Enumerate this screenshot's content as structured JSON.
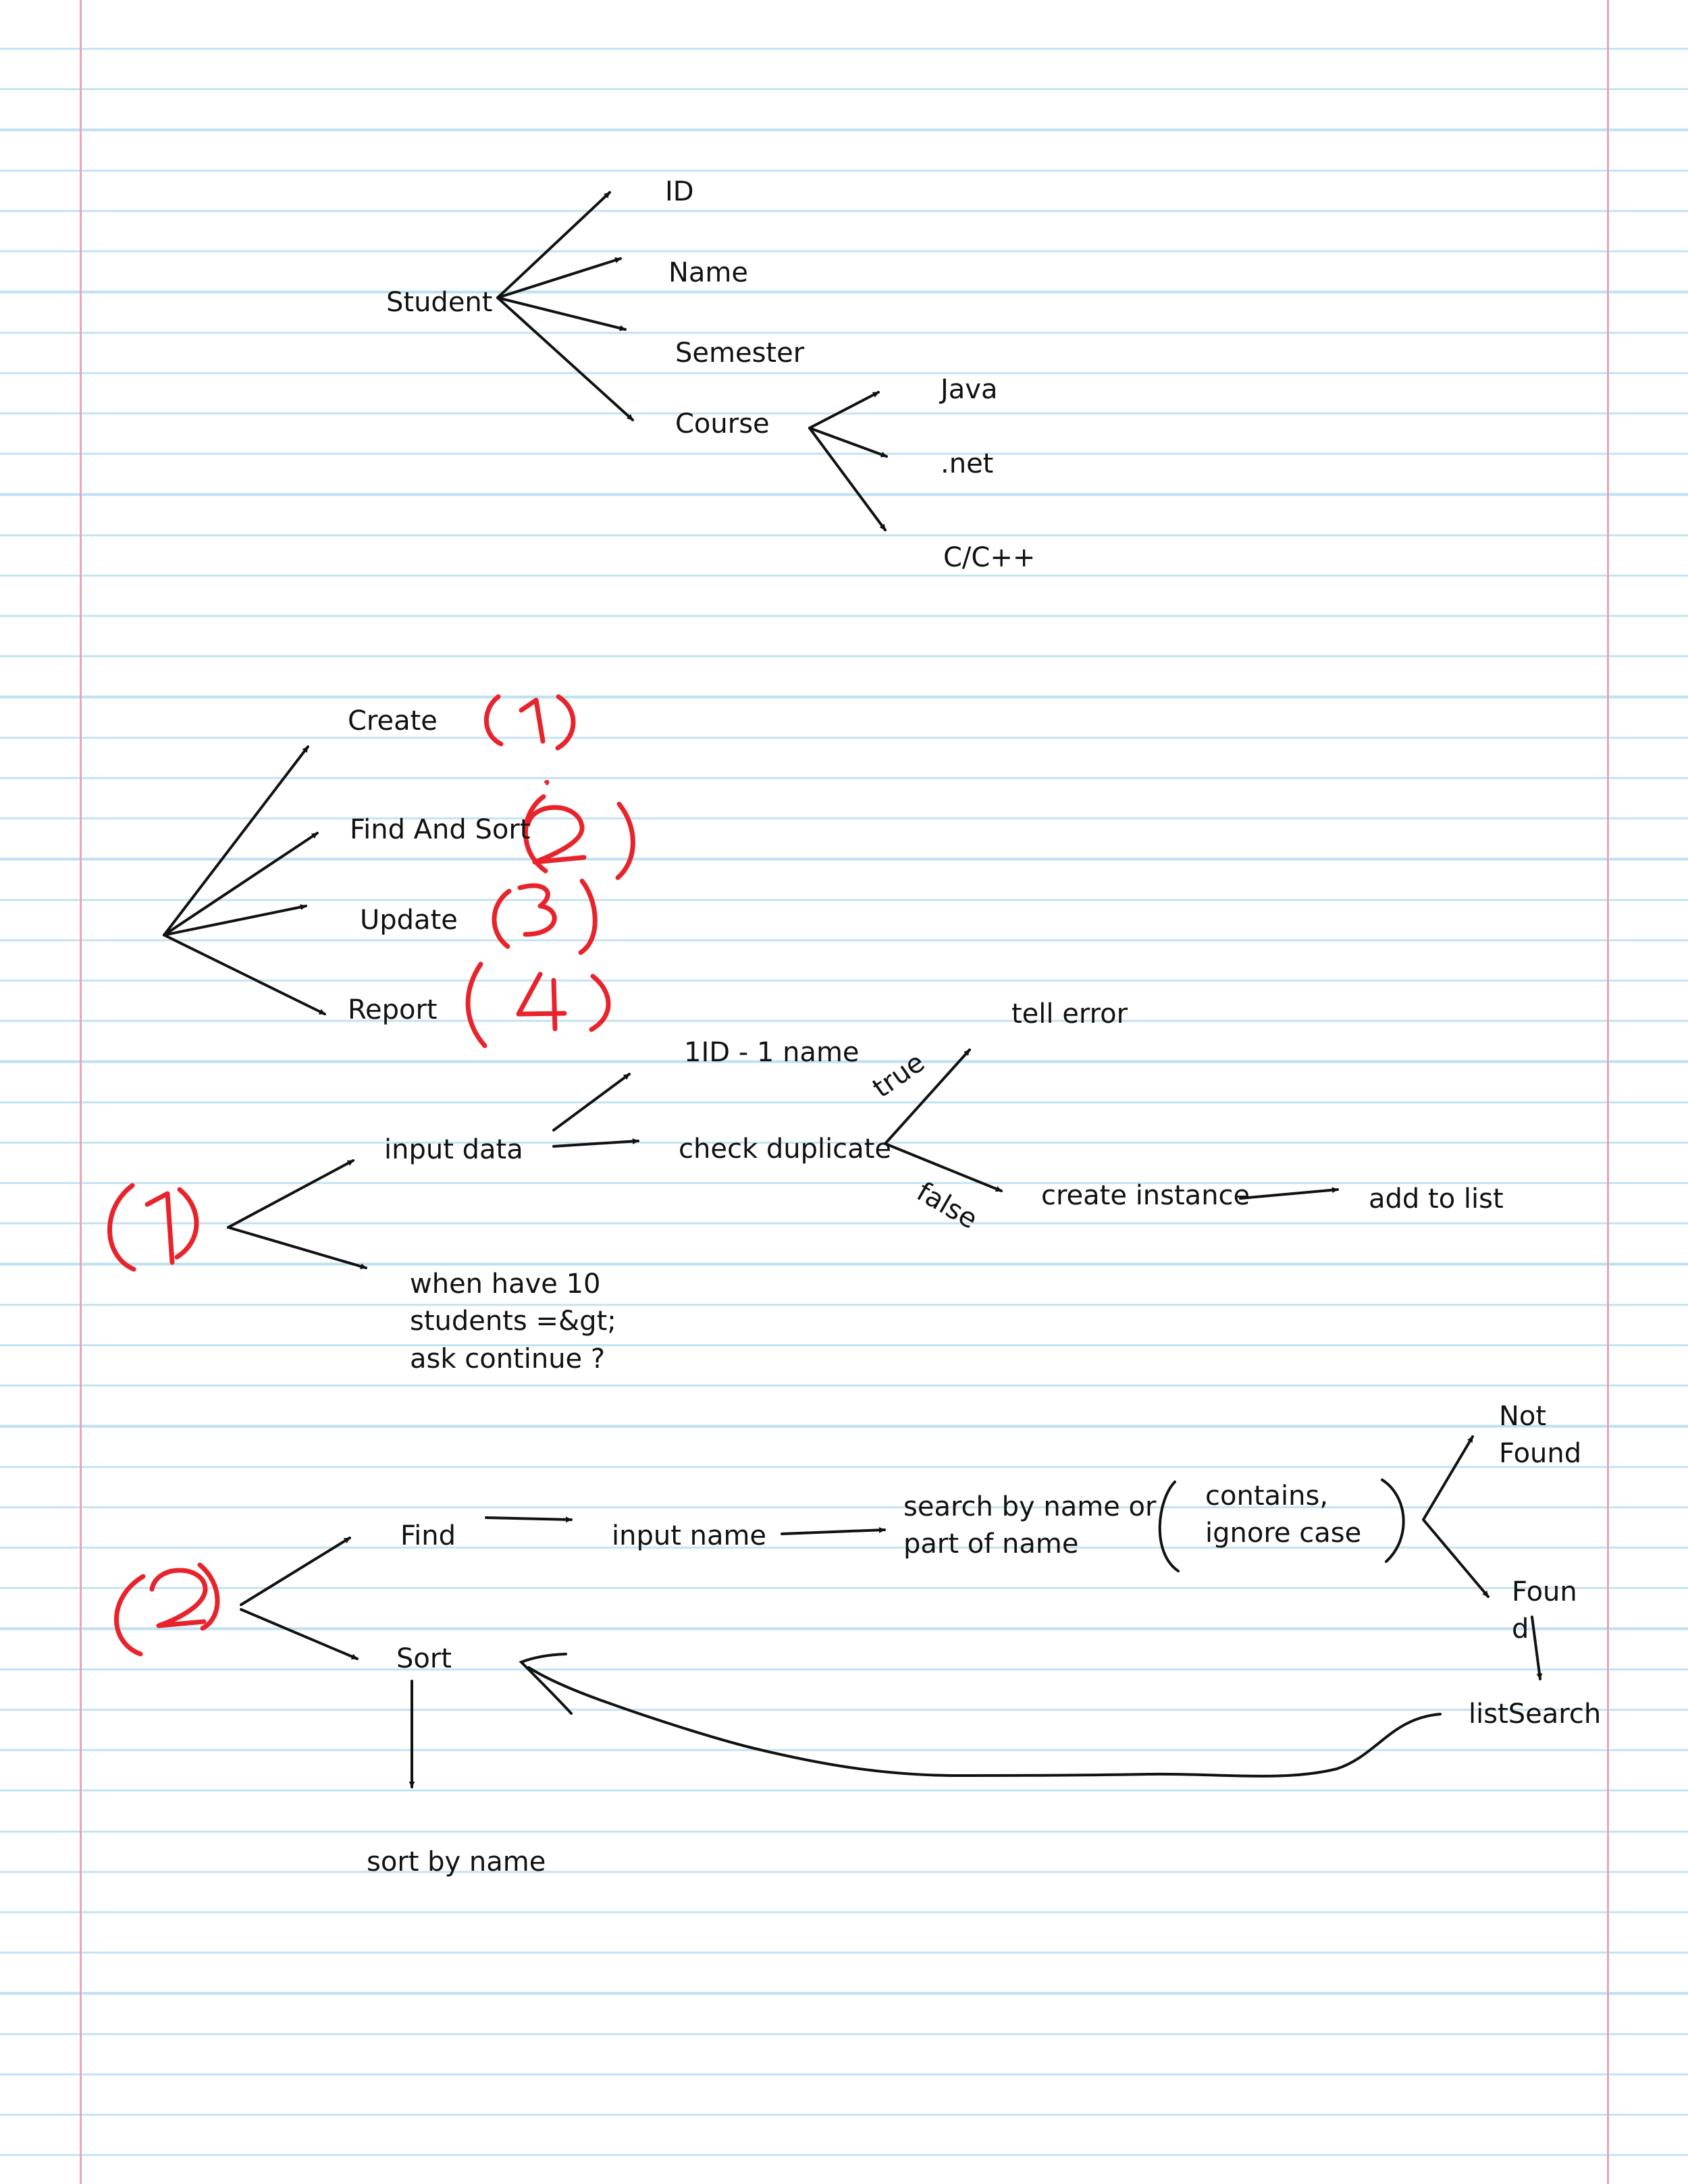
{
  "colors": {
    "ink": "#111111",
    "red_ink": "#e8232b",
    "rule": "#bfe0f2",
    "margin": "#e9a4b7"
  },
  "student_tree": {
    "root": "Student",
    "fields": [
      "ID",
      "Name",
      "Semester",
      "Course"
    ],
    "courses": [
      "Java",
      ".net",
      "C/C++"
    ]
  },
  "menu": {
    "items": [
      "Create",
      "Find And Sort",
      "Update",
      "Report"
    ],
    "markers": [
      "(1)",
      "(2)",
      "(3)",
      "(4)"
    ]
  },
  "create_flow": {
    "marker": "(1)",
    "input_data": "input data",
    "one_id_one_name": "1ID - 1 name",
    "check_duplicate": "check duplicate",
    "true_label": "true",
    "false_label": "false",
    "tell_error": "tell error",
    "create_instance": "create instance",
    "add_to_list": "add to list",
    "when_ten": [
      "when have 10",
      "students =&gt;",
      "ask continue ?"
    ]
  },
  "find_sort_flow": {
    "marker": "(2)",
    "find": "Find",
    "sort": "Sort",
    "input_name": "input name",
    "search": [
      "search by name or",
      "part of name"
    ],
    "contains": [
      "contains,",
      "ignore case"
    ],
    "not_found": [
      "Not",
      "Found"
    ],
    "found": [
      "Foun",
      "d"
    ],
    "list_search": "listSearch",
    "sort_by_name": "sort by name"
  }
}
